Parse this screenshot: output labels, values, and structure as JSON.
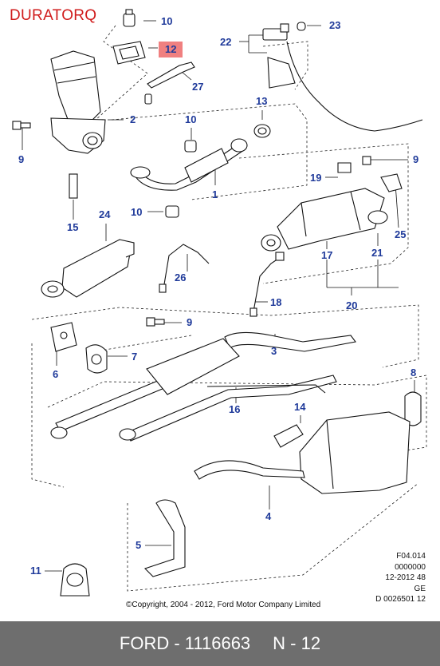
{
  "brand": "DURATORQ",
  "callouts": [
    {
      "id": "c10a",
      "text": "10"
    },
    {
      "id": "c12",
      "text": "12"
    },
    {
      "id": "c27",
      "text": "27"
    },
    {
      "id": "c22",
      "text": "22"
    },
    {
      "id": "c23",
      "text": "23"
    },
    {
      "id": "c2",
      "text": "2"
    },
    {
      "id": "c13",
      "text": "13"
    },
    {
      "id": "c10b",
      "text": "10"
    },
    {
      "id": "c9a",
      "text": "9"
    },
    {
      "id": "c9b",
      "text": "9"
    },
    {
      "id": "c19",
      "text": "19"
    },
    {
      "id": "c1",
      "text": "1"
    },
    {
      "id": "c10c",
      "text": "10"
    },
    {
      "id": "c15",
      "text": "15"
    },
    {
      "id": "c24",
      "text": "24"
    },
    {
      "id": "c25",
      "text": "25"
    },
    {
      "id": "c17",
      "text": "17"
    },
    {
      "id": "c21",
      "text": "21"
    },
    {
      "id": "c26",
      "text": "26"
    },
    {
      "id": "c18",
      "text": "18"
    },
    {
      "id": "c20",
      "text": "20"
    },
    {
      "id": "c9c",
      "text": "9"
    },
    {
      "id": "c3",
      "text": "3"
    },
    {
      "id": "c7",
      "text": "7"
    },
    {
      "id": "c6",
      "text": "6"
    },
    {
      "id": "c8",
      "text": "8"
    },
    {
      "id": "c16",
      "text": "16"
    },
    {
      "id": "c14",
      "text": "14"
    },
    {
      "id": "c4",
      "text": "4"
    },
    {
      "id": "c5",
      "text": "5"
    },
    {
      "id": "c11",
      "text": "11"
    }
  ],
  "highlight_color": "#f08080",
  "callout_color": "#1f3a9a",
  "meta_lines": [
    "F04.014",
    "0000000",
    "12-2012 48",
    "GE",
    "D 0026501 12"
  ],
  "copyright": "©Copyright, 2004 - 2012, Ford Motor Company Limited",
  "footer": {
    "part": "FORD - 1116663",
    "position": "N - 12"
  }
}
